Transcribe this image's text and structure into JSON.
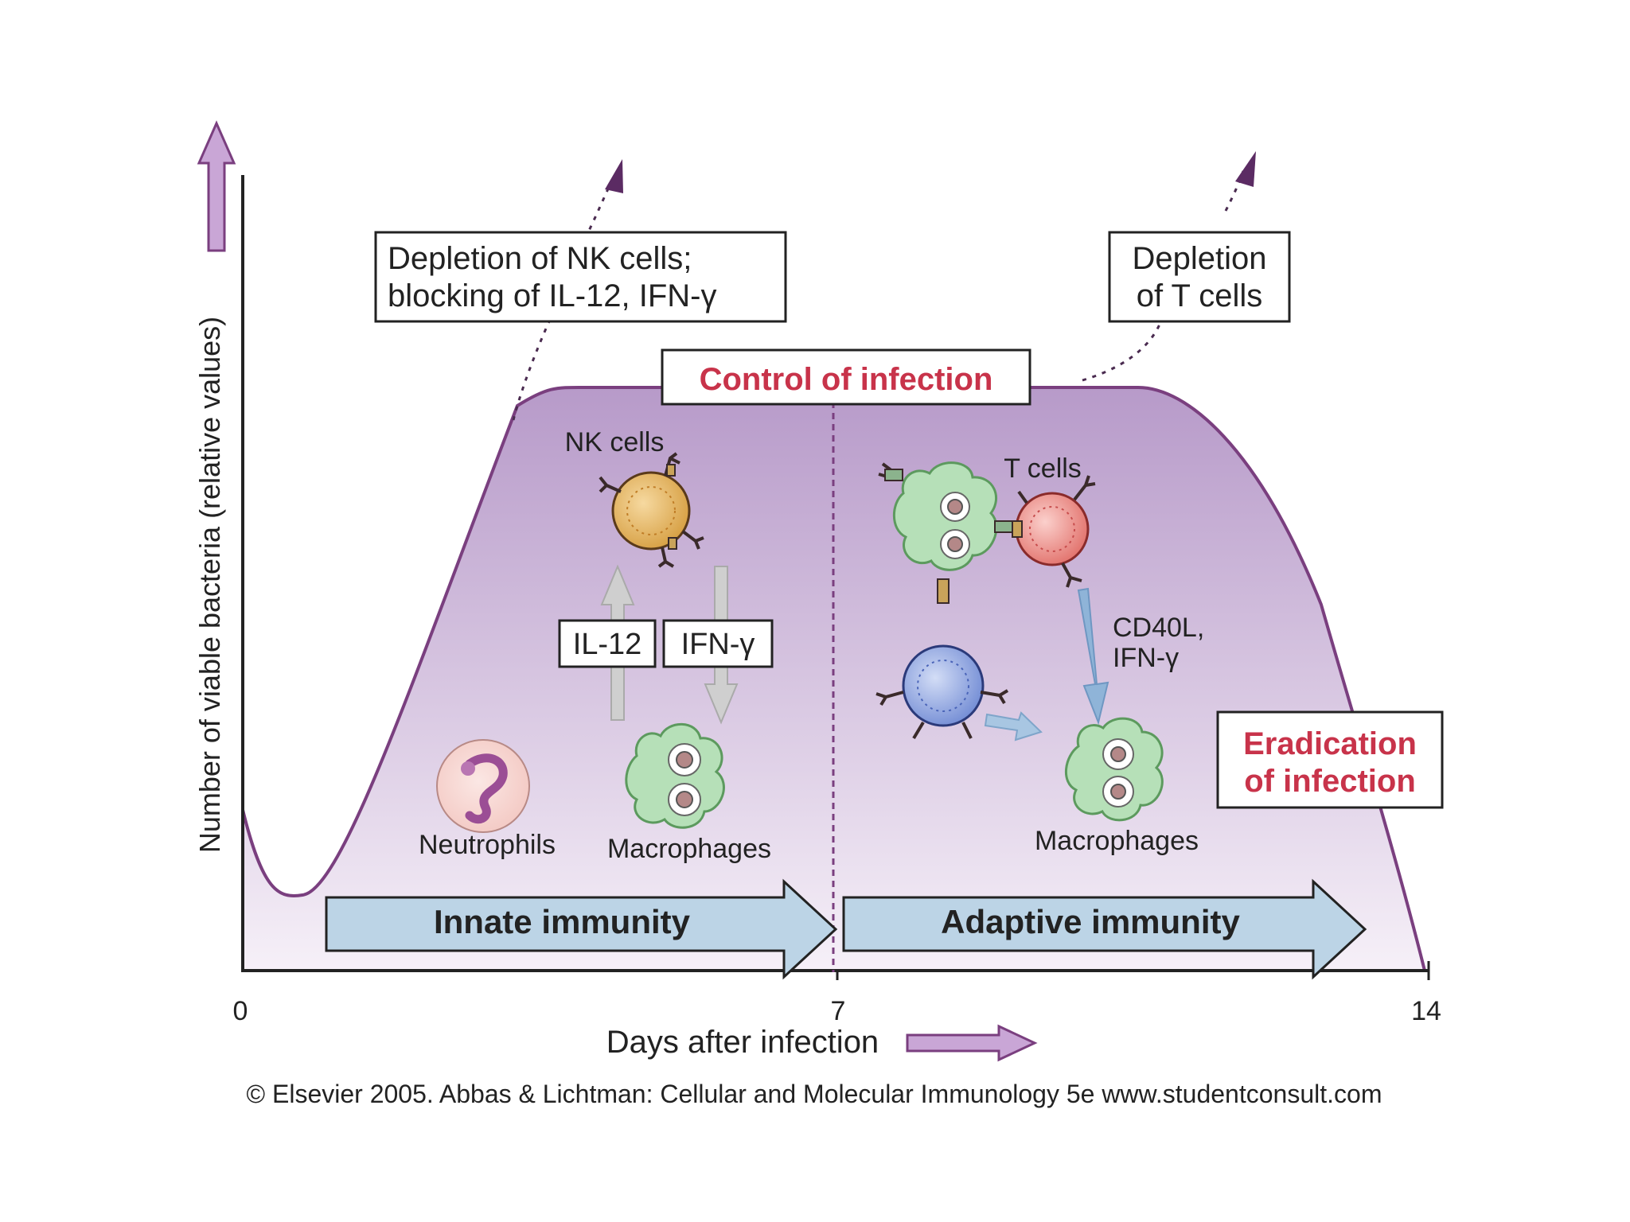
{
  "axes": {
    "ylabel": "Number of viable bacteria (relative values)",
    "xlabel": "Days after infection",
    "ticks": [
      "0",
      "7",
      "14"
    ]
  },
  "boxes": {
    "nk_depletion_line1": "Depletion of NK cells;",
    "nk_depletion_line2": "blocking of IL-12, IFN-γ",
    "t_depletion_line1": "Depletion",
    "t_depletion_line2": "of T cells",
    "control": "Control of infection",
    "eradication_line1": "Eradication",
    "eradication_line2": "of infection",
    "il12": "IL-12",
    "ifng": "IFN-γ"
  },
  "labels": {
    "nk_cells": "NK cells",
    "t_cells": "T cells",
    "neutrophils": "Neutrophils",
    "macrophages_left": "Macrophages",
    "macrophages_right": "Macrophages",
    "cd40l_line1": "CD40L,",
    "cd40l_line2": "IFN-γ"
  },
  "phases": {
    "innate": "Innate immunity",
    "adaptive": "Adaptive immunity"
  },
  "colors": {
    "curve": "#7a3f7f",
    "fill_top": "#b79ac9",
    "fill_bottom": "#f6f0f8",
    "highlight": "#c8334a",
    "phase_arrow": "#bcd4e6",
    "axis_arrow": "#c9a6d6"
  },
  "copyright": "© Elsevier 2005. Abbas & Lichtman: Cellular and Molecular Immunology 5e www.studentconsult.com"
}
